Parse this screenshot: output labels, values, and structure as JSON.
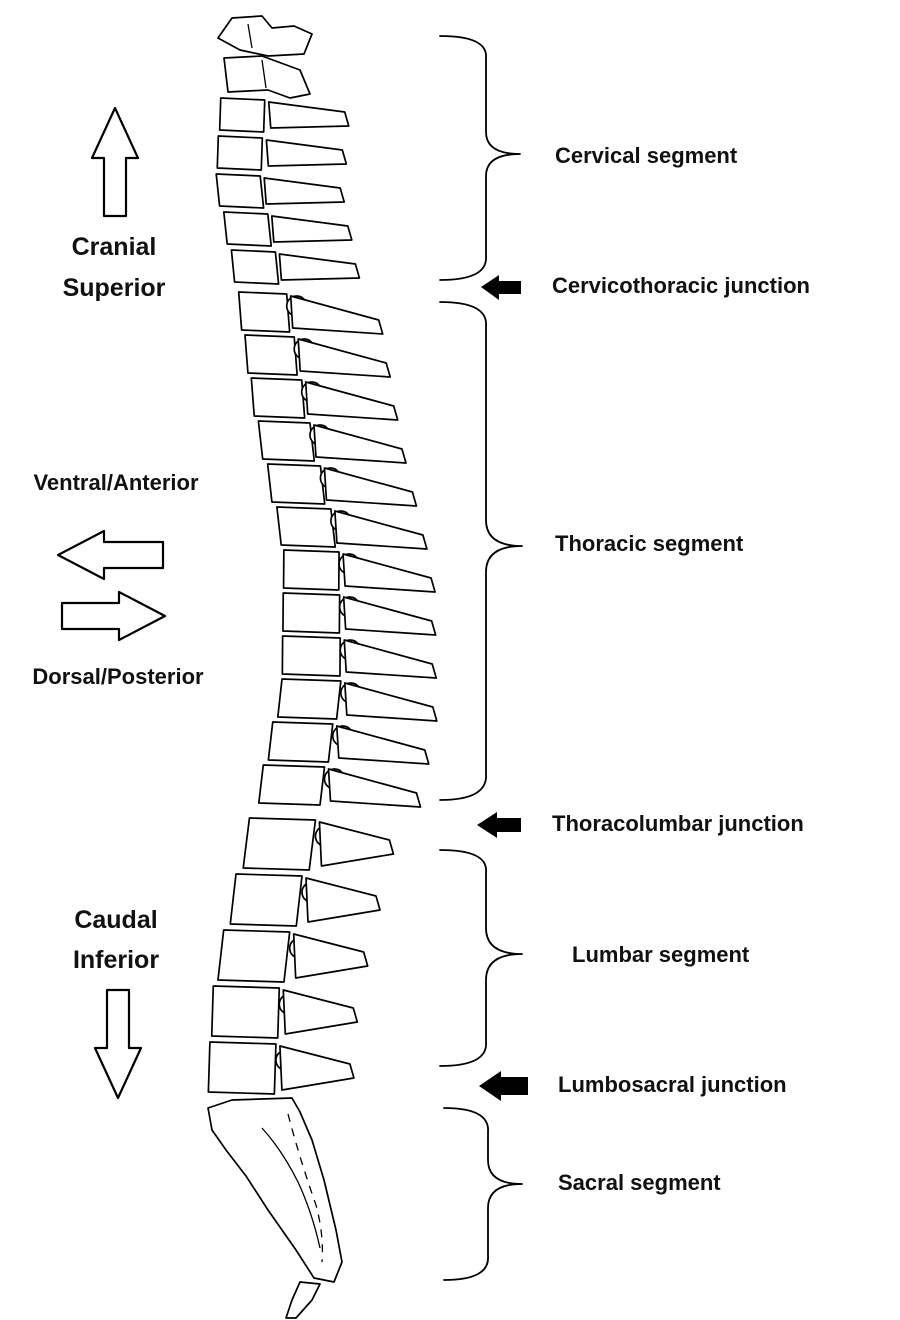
{
  "orientation": {
    "cranial": "Cranial",
    "superior": "Superior",
    "ventral_anterior": "Ventral/Anterior",
    "dorsal_posterior": "Dorsal/Posterior",
    "caudal": "Caudal",
    "inferior": "Inferior"
  },
  "segments": {
    "cervical": "Cervical segment",
    "thoracic": "Thoracic segment",
    "lumbar": "Lumbar segment",
    "sacral": "Sacral segment"
  },
  "junctions": {
    "cervicothoracic": "Cervicothoracic junction",
    "thoracolumbar": "Thoracolumbar junction",
    "lumbosacral": "Lumbosacral junction"
  },
  "colors": {
    "ink": "#000000",
    "background": "#ffffff"
  }
}
